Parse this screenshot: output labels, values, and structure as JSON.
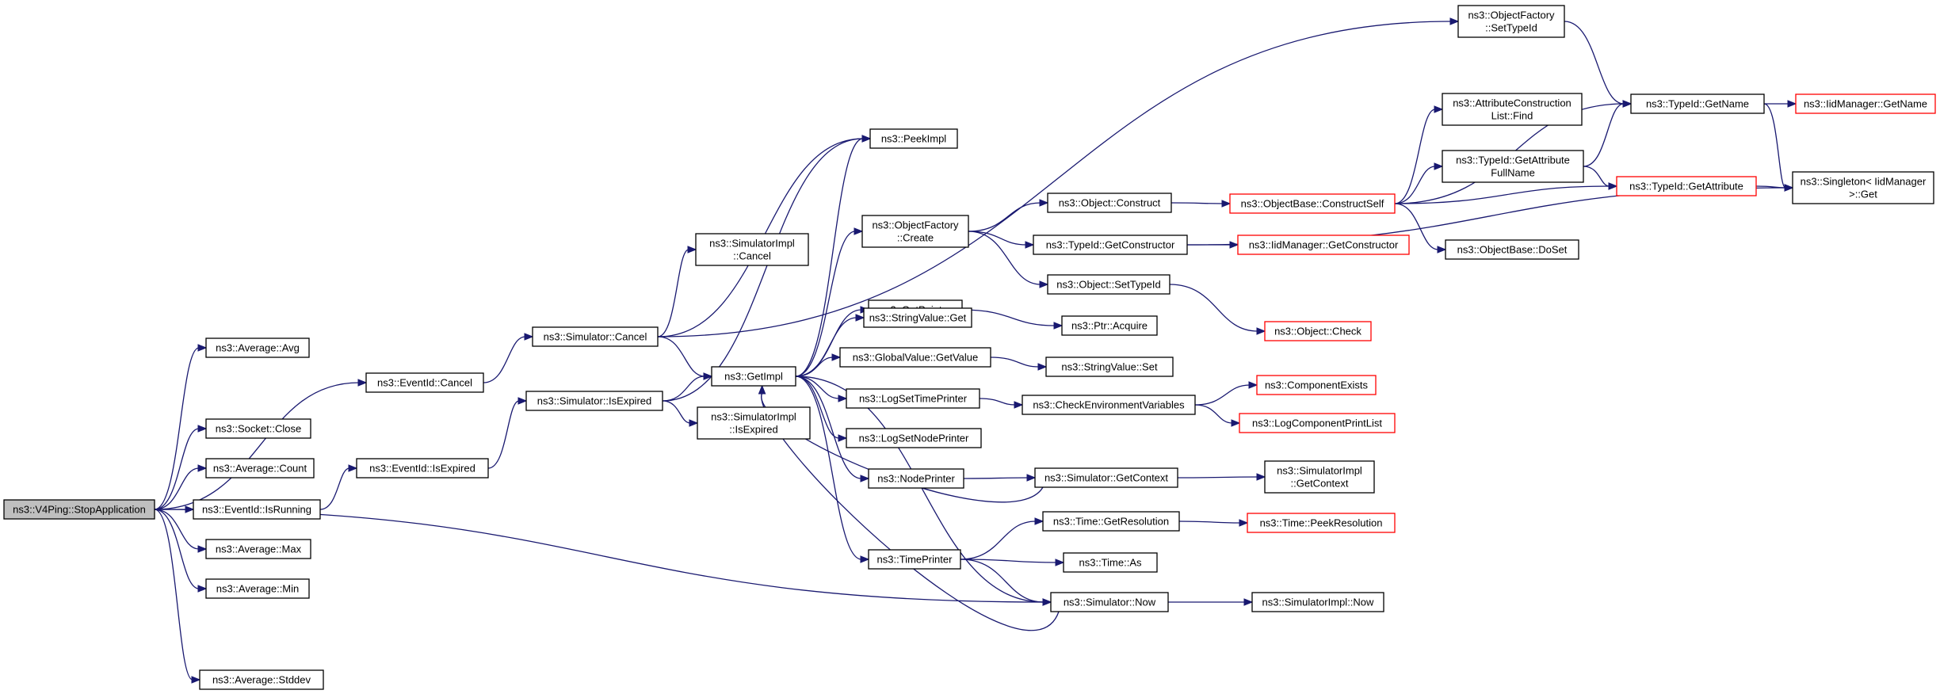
{
  "colors": {
    "edge": "#191970",
    "root_fill": "#bfbfbf",
    "node_border": "#000000",
    "truncated_border": "#ff0000"
  },
  "nodes": {
    "stopapp": {
      "lines": [
        "ns3::V4Ping::StopApplication"
      ],
      "root": true
    },
    "avg": {
      "lines": [
        "ns3::Average::Avg"
      ]
    },
    "evcancel": {
      "lines": [
        "ns3::EventId::Cancel"
      ]
    },
    "sockclose": {
      "lines": [
        "ns3::Socket::Close"
      ]
    },
    "count": {
      "lines": [
        "ns3::Average::Count"
      ]
    },
    "isrunning": {
      "lines": [
        "ns3::EventId::IsRunning"
      ]
    },
    "max": {
      "lines": [
        "ns3::Average::Max"
      ]
    },
    "min": {
      "lines": [
        "ns3::Average::Min"
      ]
    },
    "stddev": {
      "lines": [
        "ns3::Average::Stddev"
      ]
    },
    "evisexp": {
      "lines": [
        "ns3::EventId::IsExpired"
      ]
    },
    "simcancel": {
      "lines": [
        "ns3::Simulator::Cancel"
      ]
    },
    "simisexp": {
      "lines": [
        "ns3::Simulator::IsExpired"
      ]
    },
    "implcancel": {
      "lines": [
        "ns3::SimulatorImpl",
        "::Cancel"
      ]
    },
    "getimpl": {
      "lines": [
        "ns3::GetImpl"
      ]
    },
    "implisexp": {
      "lines": [
        "ns3::SimulatorImpl",
        "::IsExpired"
      ]
    },
    "peekimpl": {
      "lines": [
        "ns3::PeekImpl"
      ]
    },
    "ofcreate": {
      "lines": [
        "ns3::ObjectFactory",
        "::Create"
      ]
    },
    "getpointer": {
      "lines": [
        "ns3::GetPointer"
      ]
    },
    "svget": {
      "lines": [
        "ns3::StringValue::Get"
      ]
    },
    "gvgetvalue": {
      "lines": [
        "ns3::GlobalValue::GetValue"
      ]
    },
    "logsettime": {
      "lines": [
        "ns3::LogSetTimePrinter"
      ]
    },
    "logsetnode": {
      "lines": [
        "ns3::LogSetNodePrinter"
      ]
    },
    "nodeprinter": {
      "lines": [
        "ns3::NodePrinter"
      ]
    },
    "timeprinter": {
      "lines": [
        "ns3::TimePrinter"
      ]
    },
    "ofsettypeid": {
      "lines": [
        "ns3::ObjectFactory",
        "::SetTypeId"
      ]
    },
    "objconstruct": {
      "lines": [
        "ns3::Object::Construct"
      ]
    },
    "tidgetctor": {
      "lines": [
        "ns3::TypeId::GetConstructor"
      ]
    },
    "objsettypeid": {
      "lines": [
        "ns3::Object::SetTypeId"
      ]
    },
    "ptracquire": {
      "lines": [
        "ns3::Ptr::Acquire"
      ]
    },
    "svset": {
      "lines": [
        "ns3::StringValue::Set"
      ]
    },
    "checkenv": {
      "lines": [
        "ns3::CheckEnvironmentVariables"
      ]
    },
    "simgetctx": {
      "lines": [
        "ns3::Simulator::GetContext"
      ]
    },
    "timegetres": {
      "lines": [
        "ns3::Time::GetResolution"
      ]
    },
    "timeas": {
      "lines": [
        "ns3::Time::As"
      ]
    },
    "simnow": {
      "lines": [
        "ns3::Simulator::Now"
      ]
    },
    "constructself": {
      "lines": [
        "ns3::ObjectBase::ConstructSelf"
      ],
      "truncated": true
    },
    "iidgetctor": {
      "lines": [
        "ns3::IidManager::GetConstructor"
      ],
      "truncated": true
    },
    "objcheck": {
      "lines": [
        "ns3::Object::Check"
      ],
      "truncated": true
    },
    "compexists": {
      "lines": [
        "ns3::ComponentExists"
      ],
      "truncated": true
    },
    "logcompprint": {
      "lines": [
        "ns3::LogComponentPrintList"
      ],
      "truncated": true
    },
    "implgetctx": {
      "lines": [
        "ns3::SimulatorImpl",
        "::GetContext"
      ]
    },
    "timepeekres": {
      "lines": [
        "ns3::Time::PeekResolution"
      ],
      "truncated": true
    },
    "implnow": {
      "lines": [
        "ns3::SimulatorImpl::Now"
      ]
    },
    "acfind": {
      "lines": [
        "ns3::AttributeConstruction",
        "List::Find"
      ]
    },
    "tidgetattrfull": {
      "lines": [
        "ns3::TypeId::GetAttribute",
        "FullName"
      ]
    },
    "obdoset": {
      "lines": [
        "ns3::ObjectBase::DoSet"
      ]
    },
    "tidgetname": {
      "lines": [
        "ns3::TypeId::GetName"
      ]
    },
    "tidgetattr": {
      "lines": [
        "ns3::TypeId::GetAttribute"
      ],
      "truncated": true
    },
    "iidgetname": {
      "lines": [
        "ns3::IidManager::GetName"
      ],
      "truncated": true
    },
    "singleton": {
      "lines": [
        "ns3::Singleton< IidManager",
        " >::Get"
      ]
    }
  },
  "edges": [
    [
      "stopapp",
      "avg"
    ],
    [
      "stopapp",
      "evcancel"
    ],
    [
      "stopapp",
      "sockclose"
    ],
    [
      "stopapp",
      "count"
    ],
    [
      "stopapp",
      "isrunning"
    ],
    [
      "stopapp",
      "max"
    ],
    [
      "stopapp",
      "min"
    ],
    [
      "stopapp",
      "stddev"
    ],
    [
      "stopapp",
      "simnow"
    ],
    [
      "evcancel",
      "simcancel"
    ],
    [
      "isrunning",
      "evisexp"
    ],
    [
      "evisexp",
      "simisexp"
    ],
    [
      "simcancel",
      "implcancel"
    ],
    [
      "simcancel",
      "getimpl"
    ],
    [
      "simcancel",
      "peekimpl"
    ],
    [
      "simisexp",
      "getimpl"
    ],
    [
      "simisexp",
      "implisexp"
    ],
    [
      "simisexp",
      "peekimpl"
    ],
    [
      "getimpl",
      "peekimpl"
    ],
    [
      "getimpl",
      "ofcreate"
    ],
    [
      "getimpl",
      "getpointer"
    ],
    [
      "getimpl",
      "svget"
    ],
    [
      "getimpl",
      "gvgetvalue"
    ],
    [
      "getimpl",
      "logsettime"
    ],
    [
      "getimpl",
      "logsetnode"
    ],
    [
      "getimpl",
      "nodeprinter"
    ],
    [
      "getimpl",
      "timeprinter"
    ],
    [
      "getimpl",
      "simnow"
    ],
    [
      "ofcreate",
      "objconstruct"
    ],
    [
      "ofcreate",
      "tidgetctor"
    ],
    [
      "ofcreate",
      "objsettypeid"
    ],
    [
      "getpointer",
      "ptracquire"
    ],
    [
      "gvgetvalue",
      "svset"
    ],
    [
      "logsettime",
      "checkenv"
    ],
    [
      "nodeprinter",
      "simgetctx"
    ],
    [
      "simgetctx",
      "getimpl"
    ],
    [
      "simgetctx",
      "implgetctx"
    ],
    [
      "timeprinter",
      "timegetres"
    ],
    [
      "timeprinter",
      "timeas"
    ],
    [
      "timeprinter",
      "simnow"
    ],
    [
      "simnow",
      "getimpl"
    ],
    [
      "simnow",
      "implnow"
    ],
    [
      "objconstruct",
      "constructself"
    ],
    [
      "tidgetctor",
      "iidgetctor"
    ],
    [
      "tidgetctor",
      "singleton"
    ],
    [
      "objsettypeid",
      "objcheck"
    ],
    [
      "checkenv",
      "compexists"
    ],
    [
      "checkenv",
      "logcompprint"
    ],
    [
      "timegetres",
      "timepeekres"
    ],
    [
      "constructself",
      "acfind"
    ],
    [
      "constructself",
      "tidgetattrfull"
    ],
    [
      "constructself",
      "obdoset"
    ],
    [
      "constructself",
      "tidgetname"
    ],
    [
      "constructself",
      "tidgetattr"
    ],
    [
      "tidgetattrfull",
      "tidgetname"
    ],
    [
      "tidgetattrfull",
      "tidgetattr"
    ],
    [
      "tidgetname",
      "iidgetname"
    ],
    [
      "tidgetname",
      "singleton"
    ],
    [
      "tidgetattr",
      "singleton"
    ],
    [
      "ofsettypeid",
      "tidgetname"
    ],
    [
      "simcancel",
      "ofsettypeid"
    ]
  ]
}
